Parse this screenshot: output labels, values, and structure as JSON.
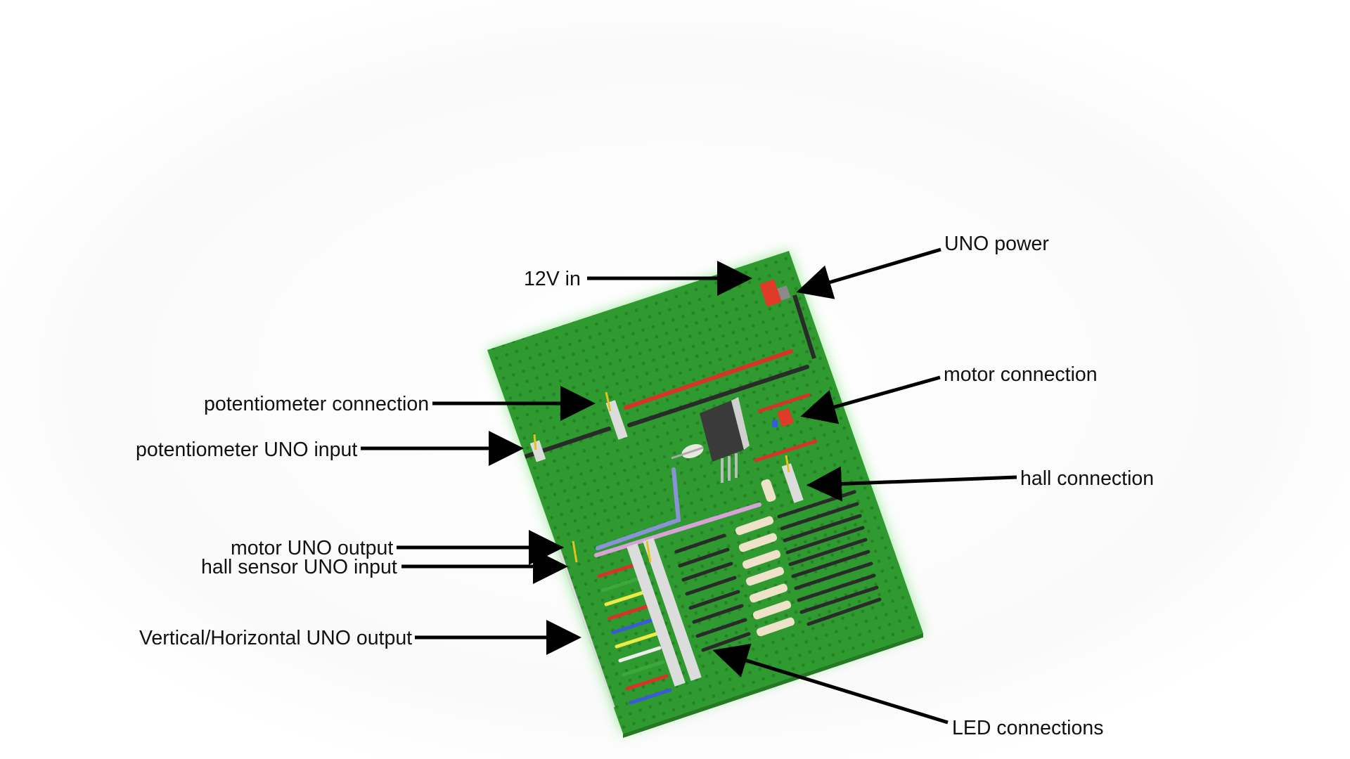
{
  "labels": {
    "v12_in": "12V in",
    "uno_power": "UNO power",
    "motor_connection": "motor connection",
    "potentiometer_connection": "potentiometer connection",
    "potentiometer_uno_input": "potentiometer UNO input",
    "hall_connection": "hall connection",
    "motor_uno_output": "motor UNO output",
    "hall_sensor_uno_input": "hall sensor UNO input",
    "vertical_horizontal_uno_output": "Vertical/Horizontal UNO output",
    "led_connections": "LED connections"
  },
  "colors": {
    "board": "#2f9a2f",
    "board_dark": "#237a23",
    "board_glow": "#4fd84f",
    "trace_red": "#d8322a",
    "trace_dark": "#2a2a2a",
    "jumper_blue": "#8a93d8",
    "jumper_pink": "#d7a3d8",
    "header_pin": "#e4c21c",
    "header_body": "#dcdcdc",
    "arrow": "#000000",
    "connector_red": "#e03a28"
  }
}
